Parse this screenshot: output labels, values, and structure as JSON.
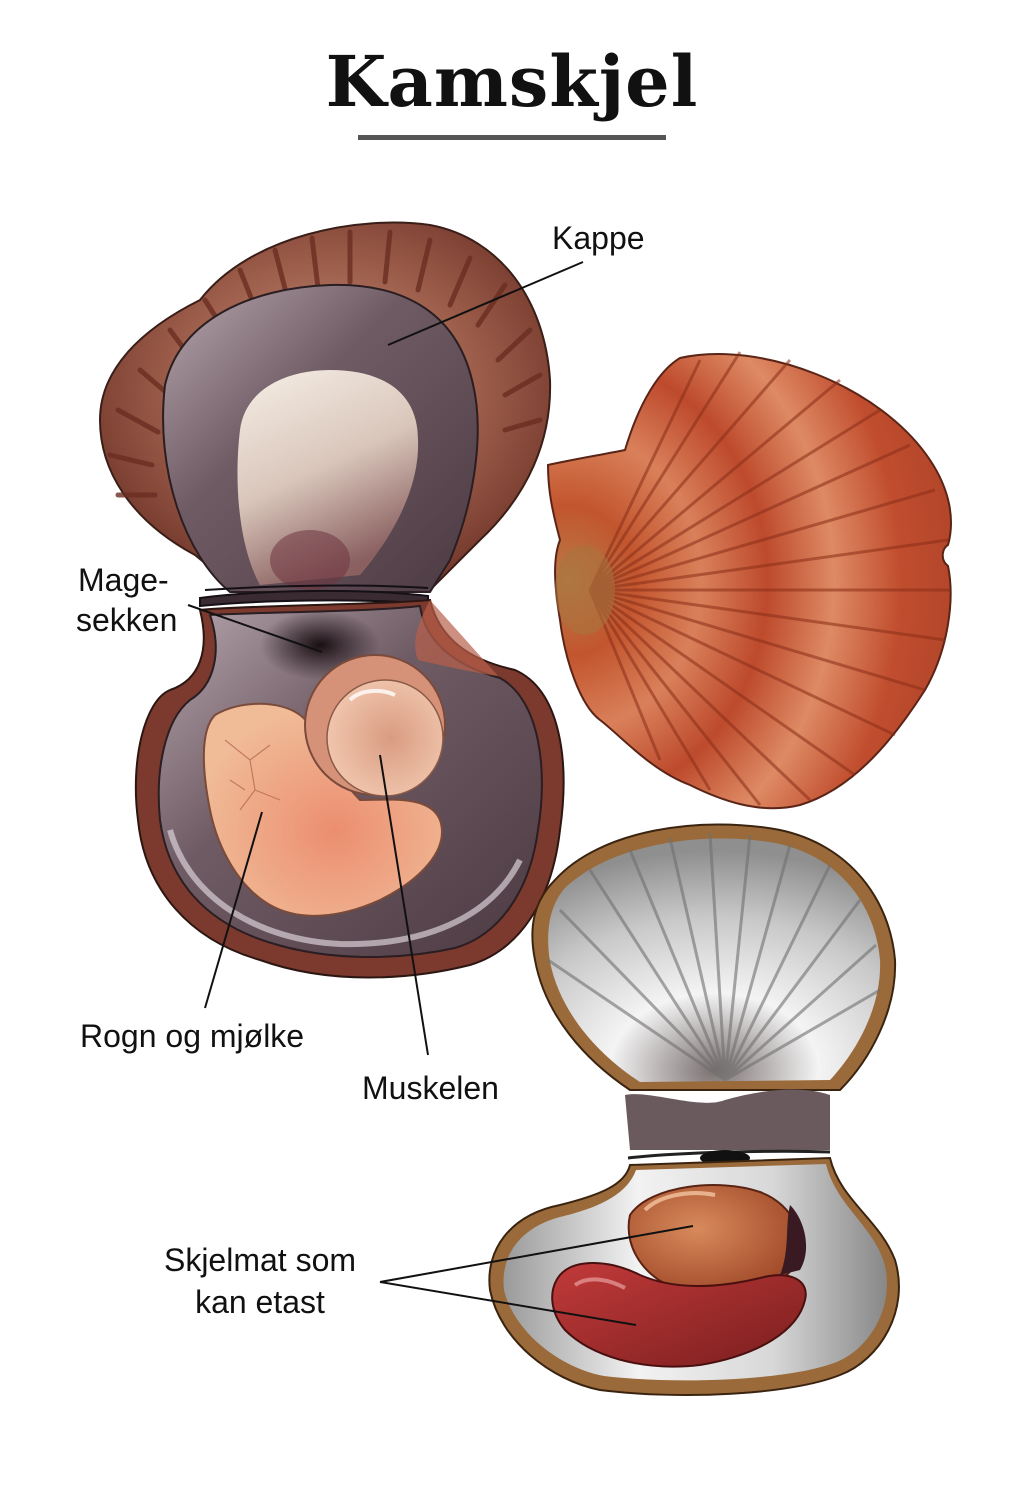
{
  "title": "Kamskjel",
  "labels": {
    "kappe": "Kappe",
    "mage_line1": "Mage-",
    "mage_line2": "sekken",
    "rogn": "Rogn og mjølke",
    "muskelen": "Muskelen",
    "skjelmat_line1": "Skjelmat som",
    "skjelmat_line2": "kan etast"
  },
  "colors": {
    "title_rule": "#555555",
    "shell_brown": "#8a4a3c",
    "mantle": "#6e5a63",
    "muscle": "#e9b89c",
    "roe": "#e8a07c",
    "shell_orange": "#c8502e",
    "inner_white": "#e6e6e6",
    "edible_orange": "#b85a34",
    "edible_red": "#9a2a2a"
  }
}
